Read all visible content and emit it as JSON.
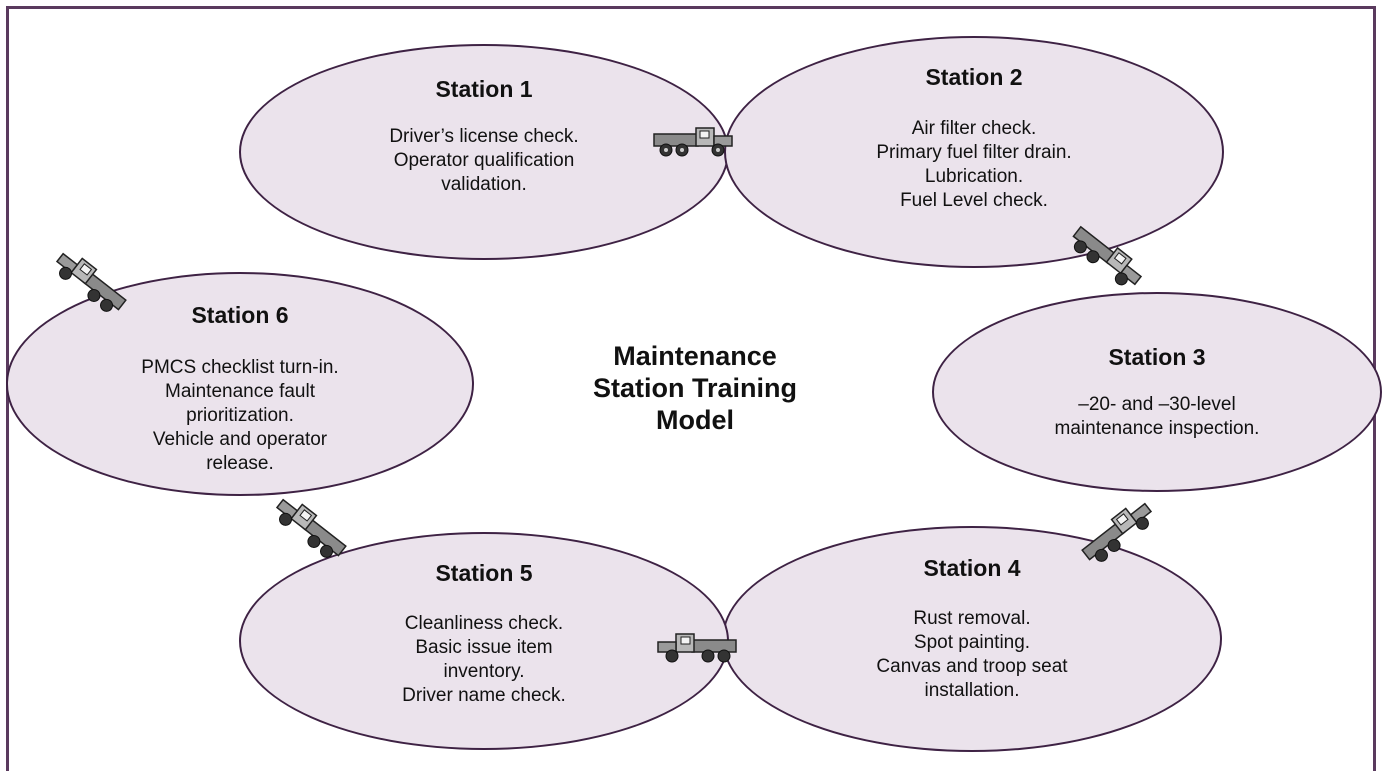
{
  "diagram": {
    "title_lines": [
      "Maintenance",
      "Station Training",
      "Model"
    ],
    "colors": {
      "border": "#5a3a5e",
      "ellipse_fill": "#ebe3ec",
      "ellipse_stroke": "#3e2244"
    },
    "stations": [
      {
        "title": "Station 1",
        "lines": [
          "Driver’s license check.",
          "Operator qualification",
          "validation."
        ]
      },
      {
        "title": "Station 2",
        "lines": [
          "Air filter check.",
          "Primary fuel filter drain.",
          "Lubrication.",
          "Fuel Level check."
        ]
      },
      {
        "title": "Station 3",
        "lines": [
          "–20- and –30-level",
          "maintenance inspection."
        ]
      },
      {
        "title": "Station 4",
        "lines": [
          "Rust removal.",
          "Spot painting.",
          "Canvas and troop seat",
          "installation."
        ]
      },
      {
        "title": "Station 5",
        "lines": [
          "Cleanliness check.",
          "Basic issue item",
          "inventory.",
          "Driver name check."
        ]
      },
      {
        "title": "Station 6",
        "lines": [
          "PMCS checklist turn-in.",
          "Maintenance fault",
          "prioritization.",
          "Vehicle and operator",
          "release."
        ]
      }
    ],
    "connector_icon": "truck-icon"
  }
}
